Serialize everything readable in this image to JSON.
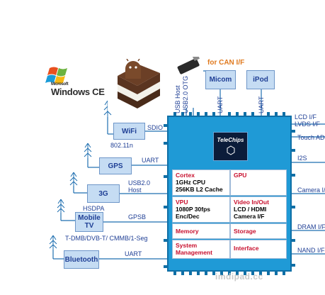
{
  "branding": {
    "os_small": "Microsoft",
    "os_name": "Windows CE",
    "chip_logo_text": "TeleChips",
    "watermark": "imdipad.cc"
  },
  "top": {
    "can_label": "for CAN I/F",
    "usb_host": "USB Host",
    "usb_otg": "USB2.0 OTG",
    "micom": "Micom",
    "ipod": "iPod",
    "uart_micom": "UART",
    "uart_ipod": "UART"
  },
  "left_modules": [
    {
      "name": "WiFi",
      "bus": "SDIO",
      "sub": "802.11n"
    },
    {
      "name": "GPS",
      "bus": "UART",
      "sub": ""
    },
    {
      "name": "3G",
      "bus": "USB2.0\nHost",
      "sub": "HSDPA"
    },
    {
      "name": "Mobile\nTV",
      "bus": "GPSB",
      "sub": "T-DMB/DVB-T/ CMMB/1-Seg"
    },
    {
      "name": "Bluetooth",
      "bus": "UART",
      "sub": ""
    }
  ],
  "right_ifaces": [
    "LCD I/F\nLVDS I/F",
    "Touch ADC",
    "I2S",
    "Camera I/F",
    "DRAM I/F",
    "NAND I/F"
  ],
  "chip_cells": [
    {
      "title": "Cortex",
      "body": "1GHz CPU\n256KB L2 Cache"
    },
    {
      "title": "GPU",
      "body": ""
    },
    {
      "title": "VPU",
      "body": "1080P 30fps\nEnc/Dec"
    },
    {
      "title": "Video In/Out",
      "body": "LCD / HDMI\nCamera I/F"
    },
    {
      "title": "Memory",
      "body": ""
    },
    {
      "title": "Storage",
      "body": ""
    },
    {
      "title": "System\nManagement",
      "body": ""
    },
    {
      "title": "Interface",
      "body": ""
    }
  ],
  "colors": {
    "chip_blue": "#1f9ad6",
    "module_fill": "#c5dcf3",
    "label_blue": "#1f3f95",
    "title_red": "#c8102e",
    "wire": "#1f6fb0"
  }
}
